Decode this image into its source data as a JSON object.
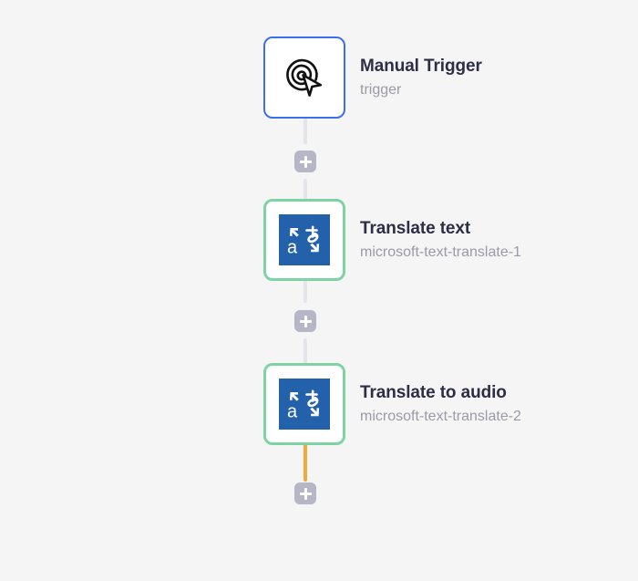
{
  "canvas": {
    "background_color": "#f5f5f6"
  },
  "nodes": [
    {
      "title": "Manual Trigger",
      "subtitle": "trigger",
      "icon": "cursor-click-icon",
      "border_color": "#3a6ff0",
      "status": "trigger"
    },
    {
      "title": "Translate text",
      "subtitle": "microsoft-text-translate-1",
      "icon": "microsoft-translator-icon",
      "border_color": "#7ed3a2",
      "status": "success"
    },
    {
      "title": "Translate to audio",
      "subtitle": "microsoft-text-translate-2",
      "icon": "microsoft-translator-icon",
      "border_color": "#7ed3a2",
      "status": "success"
    }
  ],
  "connectors": [
    {
      "color": "#e4e4e9",
      "label": "+"
    },
    {
      "color": "#e4e4e9",
      "label": "+"
    },
    {
      "color": "#f2a93b",
      "label": "+"
    }
  ],
  "add_button": {
    "icon": "plus-icon",
    "color": "#b6b6c7"
  },
  "icon_colors": {
    "translate_background": "#2361ab",
    "translate_foreground": "#ffffff",
    "cursor_stroke": "#111111"
  }
}
